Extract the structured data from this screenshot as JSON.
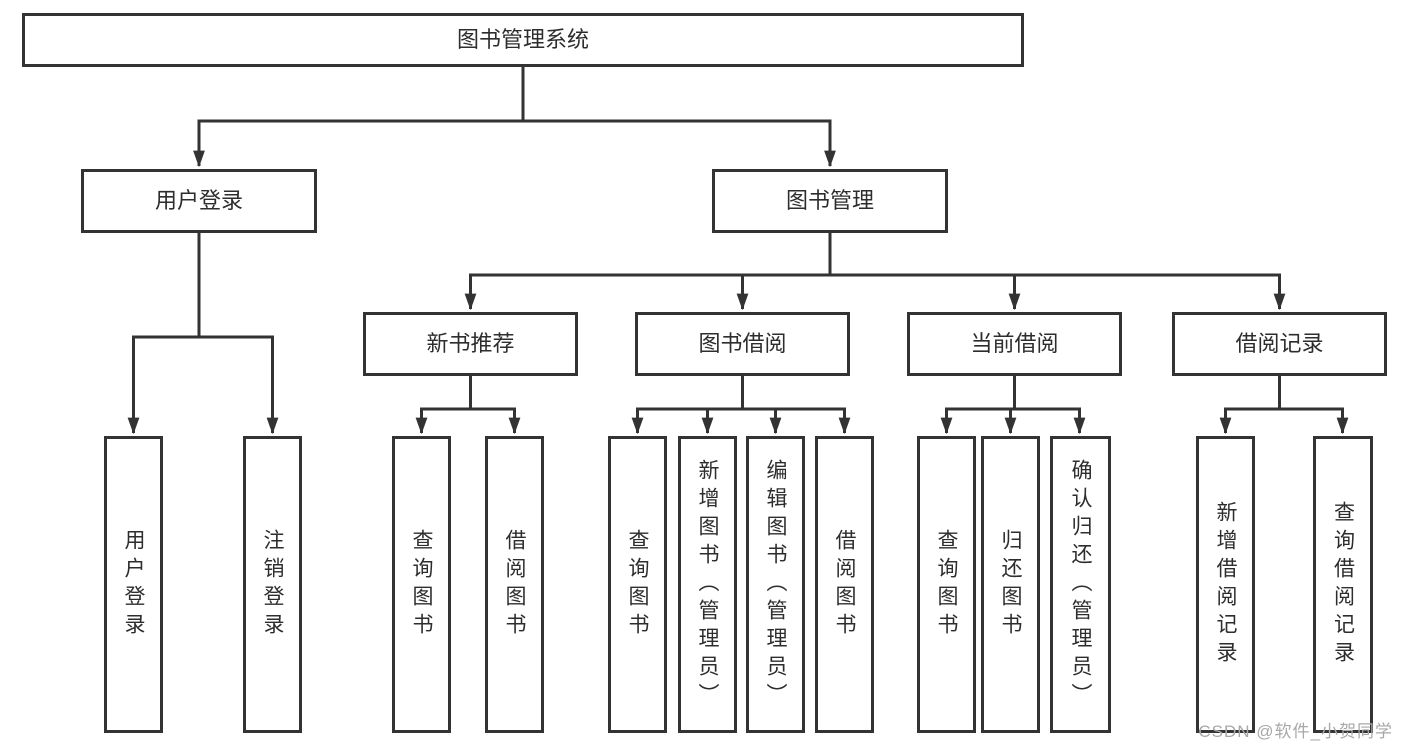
{
  "diagram": {
    "tree": {
      "root": {
        "label": "图书管理系统"
      },
      "branches": [
        {
          "label": "用户登录",
          "children": [
            {
              "label": "用户登录"
            },
            {
              "label": "注销登录"
            }
          ]
        },
        {
          "label": "图书管理",
          "children": [
            {
              "label": "新书推荐",
              "children": [
                {
                  "label": "查询图书"
                },
                {
                  "label": "借阅图书"
                }
              ]
            },
            {
              "label": "图书借阅",
              "children": [
                {
                  "label": "查询图书"
                },
                {
                  "label": "新增图书（管理员）"
                },
                {
                  "label": "编辑图书（管理员）"
                },
                {
                  "label": "借阅图书"
                }
              ]
            },
            {
              "label": "当前借阅",
              "children": [
                {
                  "label": "查询图书"
                },
                {
                  "label": "归还图书"
                },
                {
                  "label": "确认归还（管理员）"
                }
              ]
            },
            {
              "label": "借阅记录",
              "children": [
                {
                  "label": "新增借阅记录"
                },
                {
                  "label": "查询借阅记录"
                }
              ]
            }
          ]
        }
      ]
    },
    "colors": {
      "line": "#333333",
      "box_border": "#333333",
      "text": "#2d2d2d",
      "background": "#ffffff",
      "watermark": "#a8a8a8"
    }
  },
  "watermark": {
    "text": "CSDN @软件_小贺同学"
  }
}
